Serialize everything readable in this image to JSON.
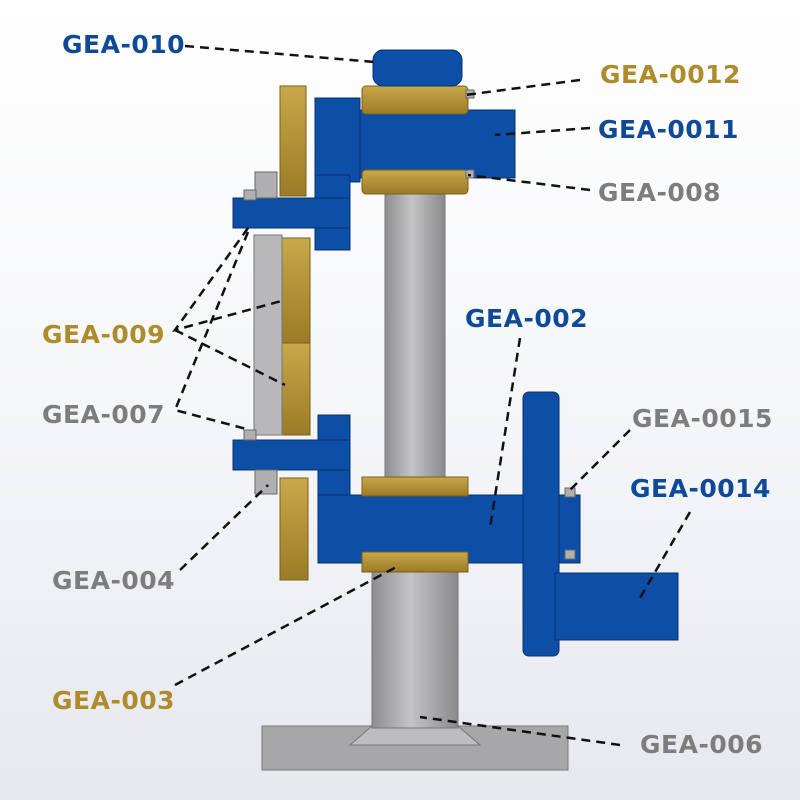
{
  "colors": {
    "blue": "#0e4a98",
    "gold": "#ae8b2b",
    "gray": "#7d7d7d",
    "part_blue": "#0d4ea6",
    "part_gold": "#b5933a",
    "part_gray": "#a9a9ab"
  },
  "labels": {
    "gea_010": "GEA-010",
    "gea_0012": "GEA-0012",
    "gea_0011": "GEA-0011",
    "gea_008": "GEA-008",
    "gea_009": "GEA-009",
    "gea_002": "GEA-002",
    "gea_007": "GEA-007",
    "gea_0015": "GEA-0015",
    "gea_0014": "GEA-0014",
    "gea_004": "GEA-004",
    "gea_003": "GEA-003",
    "gea_006": "GEA-006"
  }
}
